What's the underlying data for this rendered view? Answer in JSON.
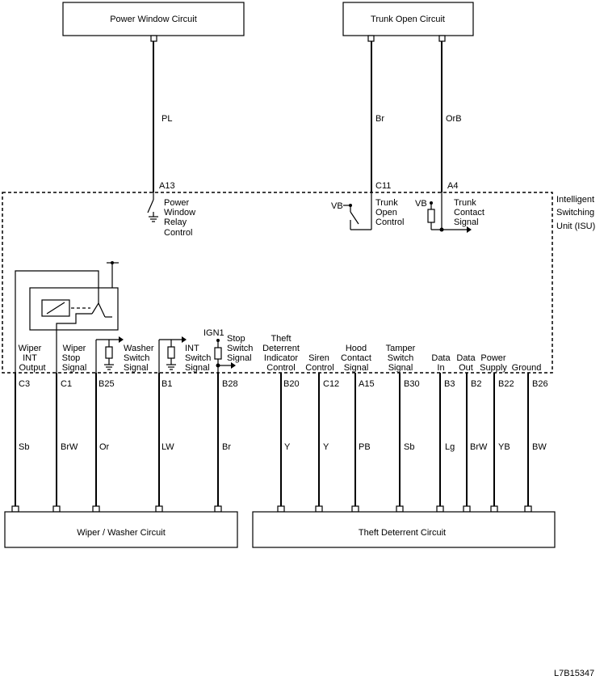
{
  "boxes": {
    "power_window": "Power Window Circuit",
    "trunk_open": "Trunk Open Circuit",
    "wiper_washer": "Wiper / Washer Circuit",
    "theft_deterrent": "Theft Deterrent Circuit"
  },
  "isu": {
    "line1": "Intelligent",
    "line2": "Switching",
    "line3": "Unit (ISU)"
  },
  "top_wires": {
    "pl": {
      "color": "PL",
      "pin": "A13",
      "func": [
        "Power",
        "Window",
        "Relay",
        "Control"
      ]
    },
    "br": {
      "color": "Br",
      "pin": "C11",
      "func": [
        "Trunk",
        "Open",
        "Control"
      ],
      "supply": "VB"
    },
    "orb": {
      "color": "OrB",
      "pin": "A4",
      "func": [
        "Trunk",
        "Contact",
        "Signal"
      ],
      "supply": "VB"
    }
  },
  "bottom_pins": [
    {
      "pin": "C3",
      "color": "Sb",
      "func": [
        "Wiper",
        "INT",
        "Output"
      ]
    },
    {
      "pin": "C1",
      "color": "BrW",
      "func": [
        "Wiper",
        "Stop",
        "Signal"
      ]
    },
    {
      "pin": "B25",
      "color": "Or",
      "func": [
        "Washer",
        "Switch",
        "Signal"
      ]
    },
    {
      "pin": "B1",
      "color": "LW",
      "func": [
        "INT",
        "Switch",
        "Signal"
      ]
    },
    {
      "pin": "B28",
      "color": "Br",
      "func": [
        "Stop",
        "Switch",
        "Signal"
      ],
      "supply": "IGN1"
    },
    {
      "pin": "B20",
      "color": "Y",
      "func": [
        "Theft",
        "Deterrent",
        "Indicator",
        "Control"
      ]
    },
    {
      "pin": "C12",
      "color": "Y",
      "func": [
        "Siren",
        "Control"
      ]
    },
    {
      "pin": "A15",
      "color": "PB",
      "func": [
        "Hood",
        "Contact",
        "Signal"
      ]
    },
    {
      "pin": "B30",
      "color": "Sb",
      "func": [
        "Tamper",
        "Switch",
        "Signal"
      ]
    },
    {
      "pin": "B3",
      "color": "Lg",
      "func": [
        "Data",
        "In"
      ]
    },
    {
      "pin": "B2",
      "color": "BrW",
      "func": [
        "Data",
        "Out"
      ]
    },
    {
      "pin": "B22",
      "color": "YB",
      "func": [
        "Power",
        "Supply"
      ]
    },
    {
      "pin": "B26",
      "color": "BW",
      "func": [
        "Ground"
      ]
    }
  ],
  "figure_id": "L7B15347"
}
